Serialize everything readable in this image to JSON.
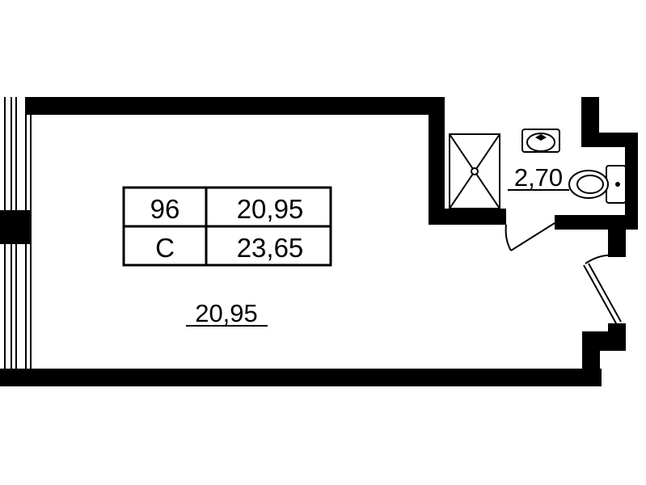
{
  "info_table": {
    "apartment_number": "96",
    "living_area": "20,95",
    "type": "С",
    "total_area": "23,65"
  },
  "rooms": {
    "main_room_area": "20,95",
    "bathroom_area": "2,70"
  },
  "colors": {
    "walls": "#000000",
    "background": "#ffffff"
  }
}
